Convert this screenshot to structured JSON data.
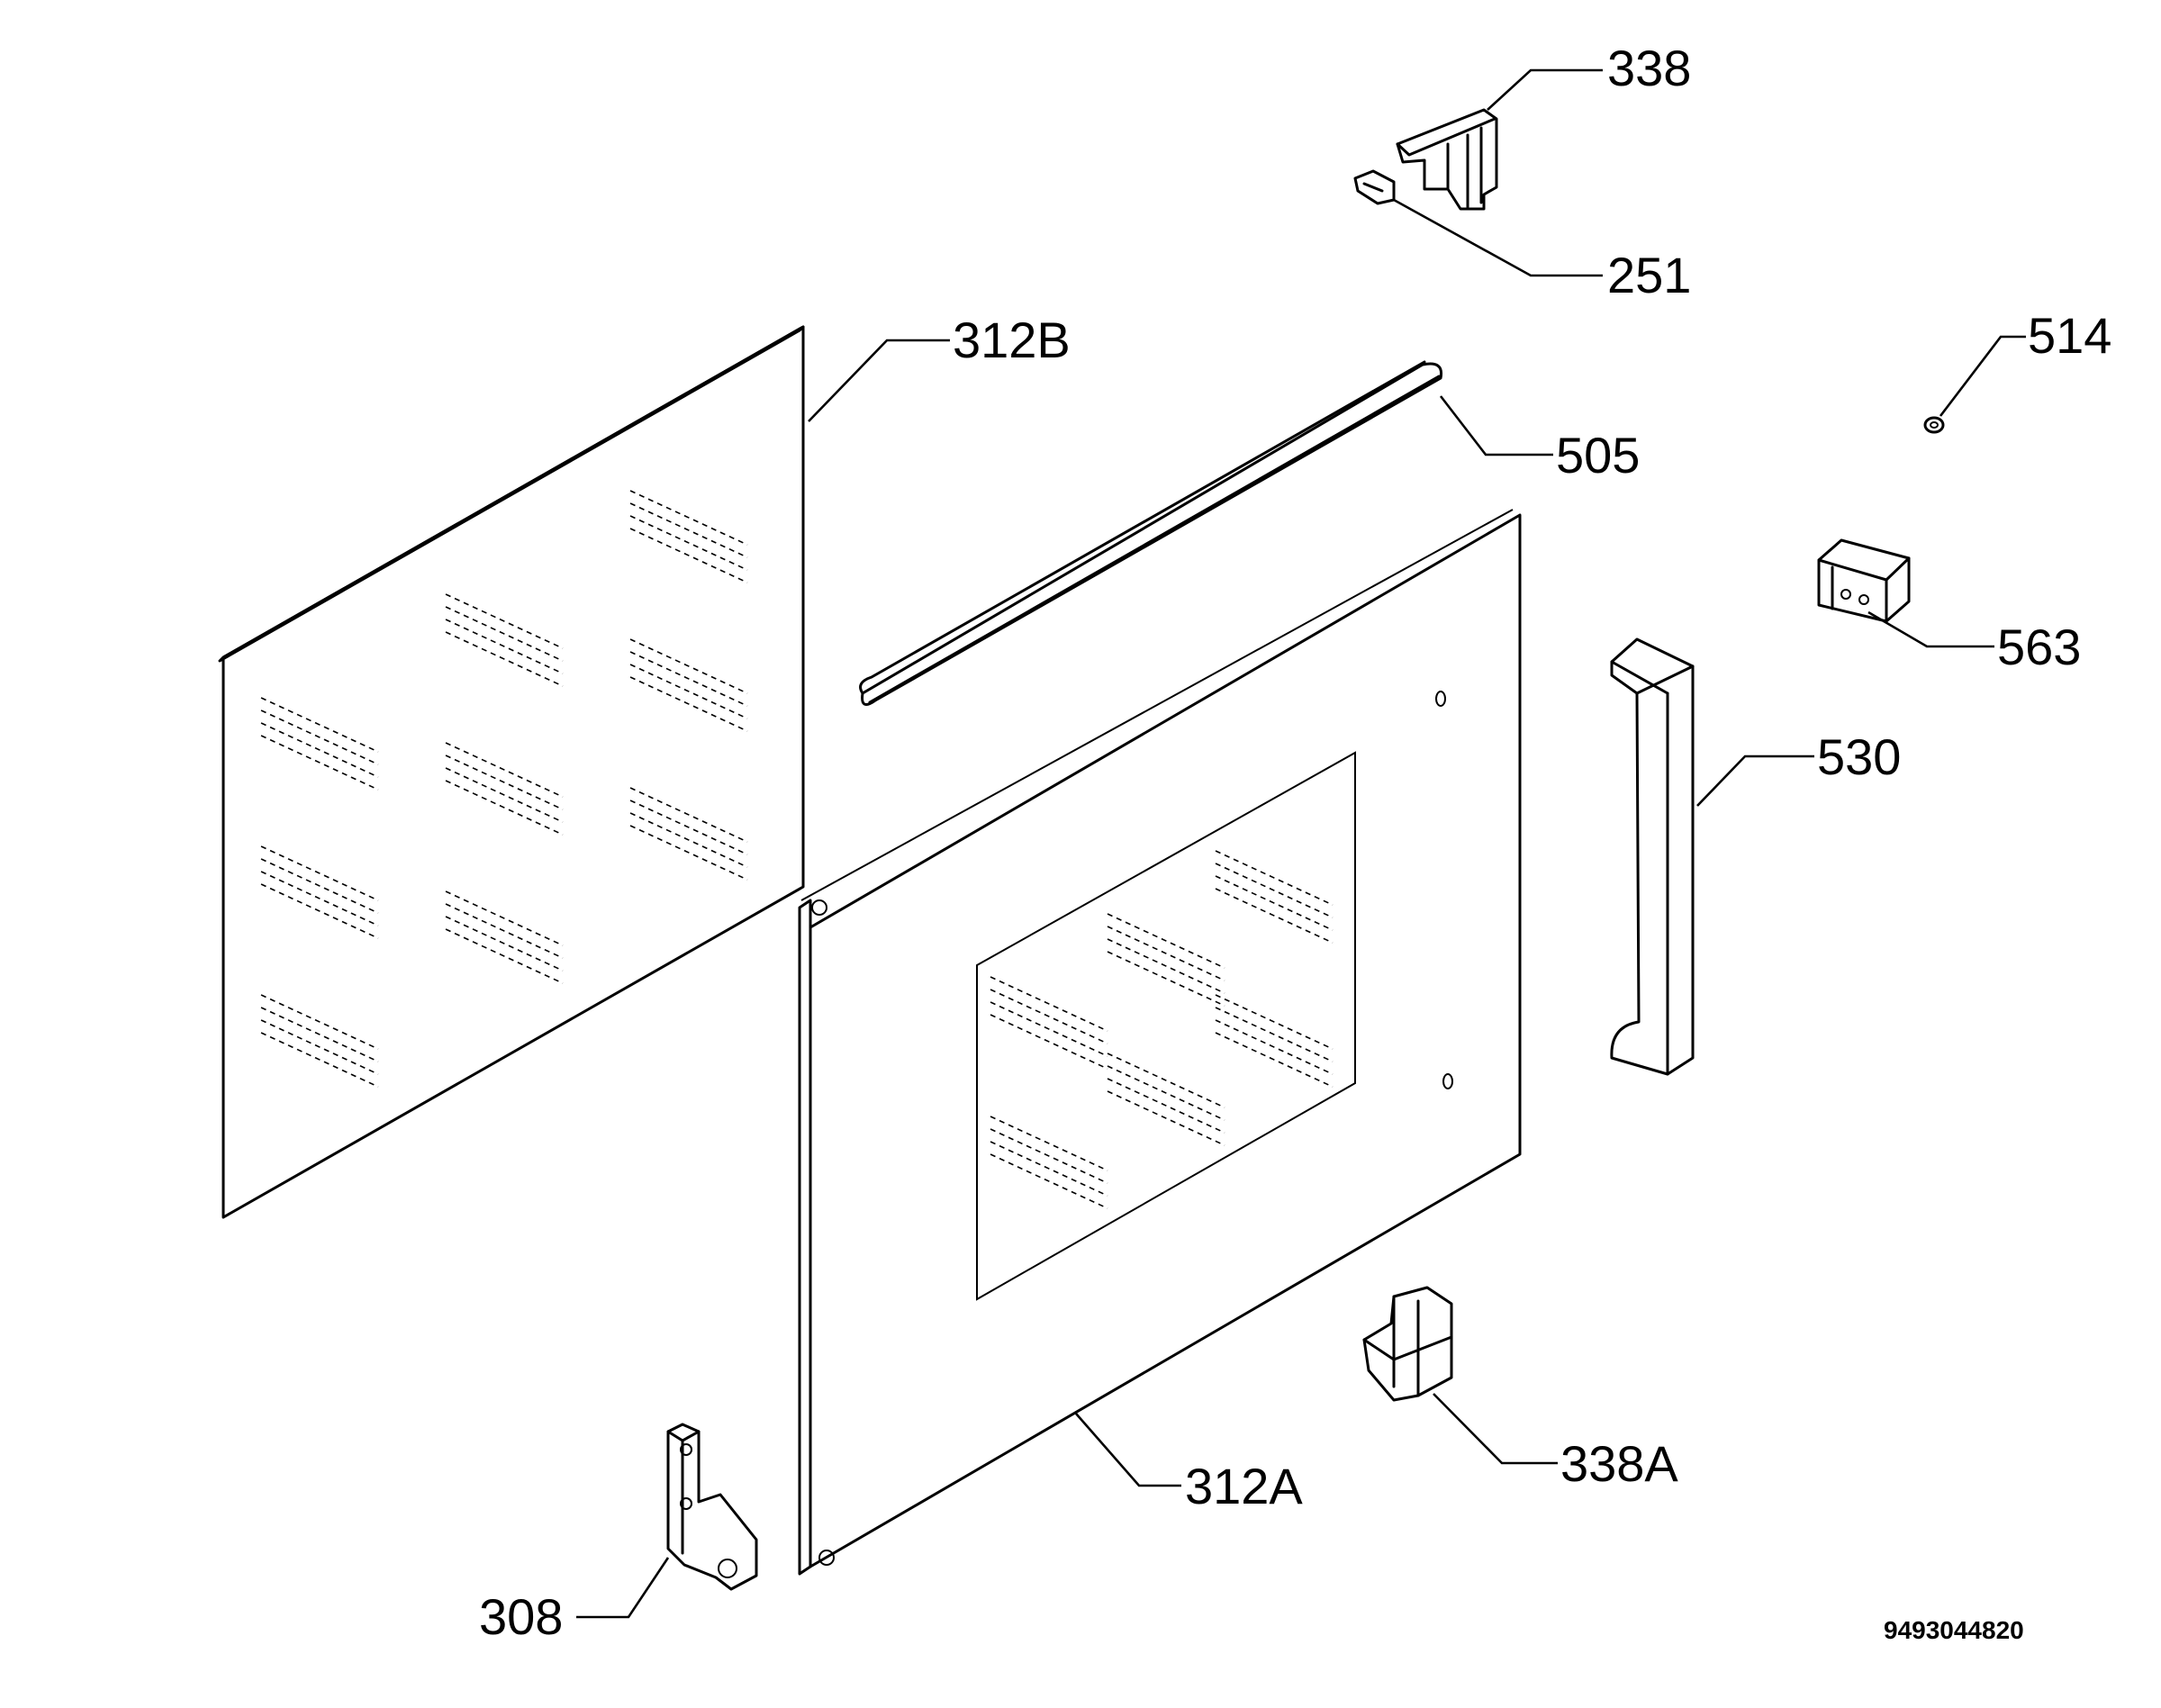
{
  "diagram": {
    "labels": {
      "p338": "338",
      "p251": "251",
      "p312b": "312B",
      "p514": "514",
      "p505": "505",
      "p563": "563",
      "p530": "530",
      "p312a": "312A",
      "p338a": "338A",
      "p308": "308"
    },
    "document_number": "9493044820",
    "line_color": "#000000",
    "background_color": "#ffffff"
  }
}
